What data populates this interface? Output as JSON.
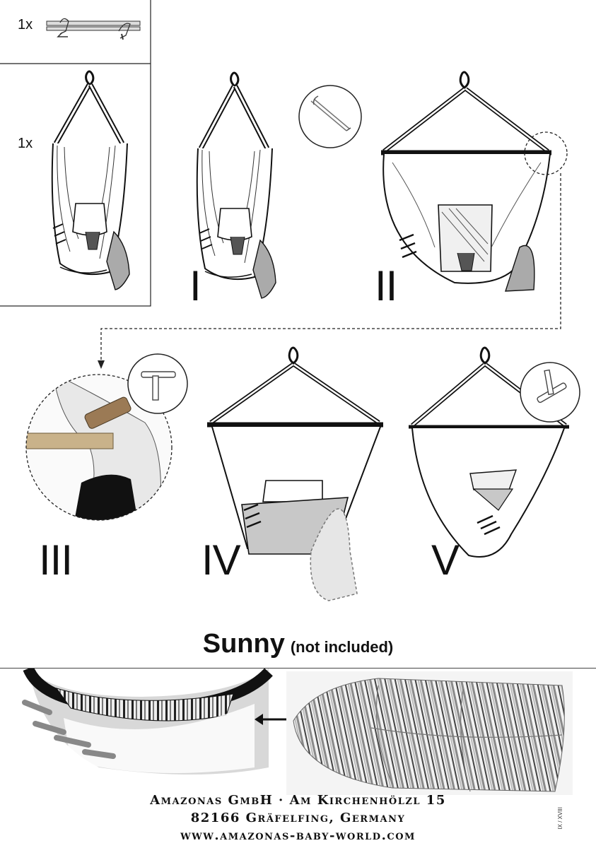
{
  "parts": {
    "hanger_bar_qty": "1x",
    "chair_qty": "1x"
  },
  "steps": {
    "s1": "I",
    "s2": "II",
    "s3": "III",
    "s4": "IV",
    "s5": "V"
  },
  "accessory": {
    "name": "Sunny",
    "note": "(not included)"
  },
  "footer": {
    "line1": "Amazonas GmbH · Am Kirchenhölzl 15",
    "line2": "82166 Gräfelfing, Germany",
    "line3": "www.amazonas-baby-world.com",
    "page_code": "IX / XVIII"
  }
}
